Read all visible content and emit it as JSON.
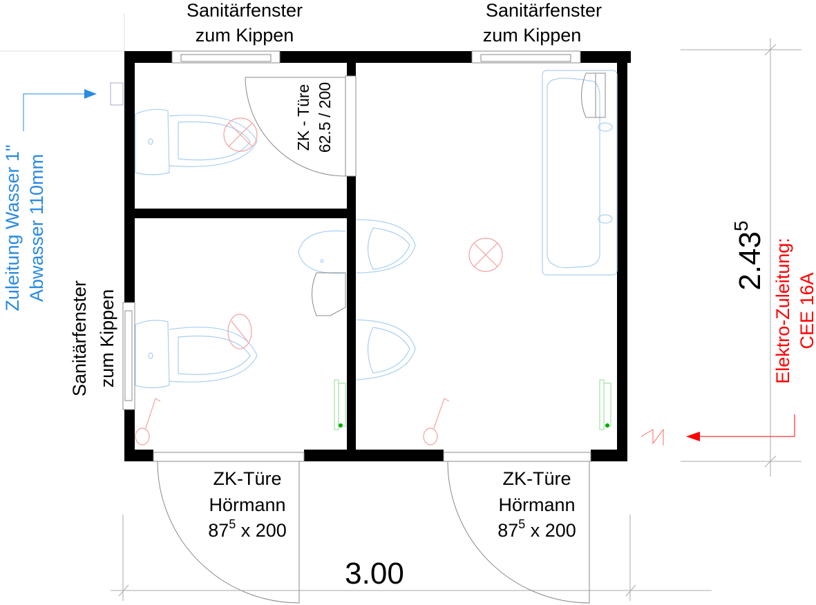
{
  "labels": {
    "window_top_left": {
      "line1": "Sanitärfenster",
      "line2": "zum Kippen"
    },
    "window_top_right": {
      "line1": "Sanitärfenster",
      "line2": "zum Kippen"
    },
    "window_left": {
      "line1": "Sanitärfenster",
      "line2": "zum Kippen"
    },
    "inner_door": {
      "line1": "ZK - Türe",
      "line2": "62.5 / 200"
    },
    "door_left": {
      "line1": "ZK-Türe",
      "line2": "Hörmann",
      "width_main": "87",
      "width_sup": "5",
      "height": " x 200"
    },
    "door_right": {
      "line1": "ZK-Türe",
      "line2": "Hörmann",
      "width_main": "87",
      "width_sup": "5",
      "height": " x 200"
    },
    "water": {
      "line1": "Zuleitung Wasser 1\"",
      "line2": "Abwasser 110mm"
    },
    "electric": {
      "line1": "Elektro-Zuleitung:",
      "line2": "CEE 16A"
    }
  },
  "dimensions": {
    "width": "3.00",
    "depth_main": "2.43",
    "depth_sup": "5"
  },
  "colors": {
    "water": "#2a8ae0",
    "electric": "#ff0000",
    "walls": "#000000"
  }
}
